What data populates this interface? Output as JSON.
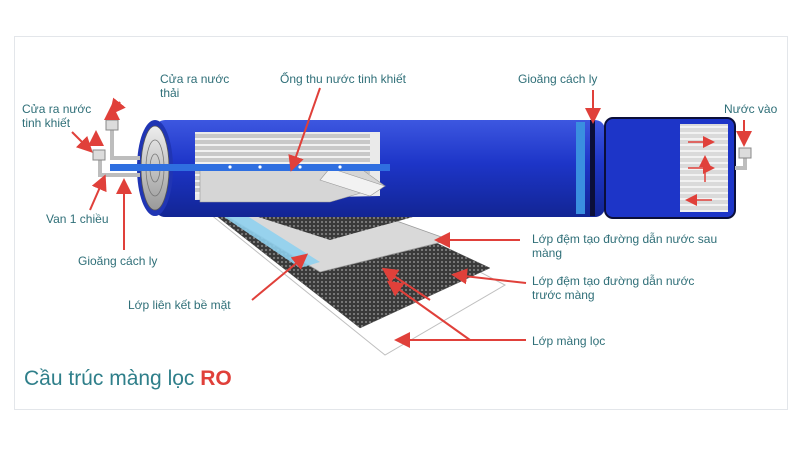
{
  "title": {
    "text": "Cầu trúc màng lọc",
    "accent": "RO"
  },
  "labels": {
    "reject_outlet": "Cửa ra nước thải",
    "pure_outlet": "Cửa ra nước tinh khiết",
    "check_valve": "Van 1 chiều",
    "seal_left": "Gioăng cách ly",
    "collector_tube": "Ống thu nước tinh khiết",
    "seal_right": "Gioăng cách ly",
    "water_inlet": "Nước vào",
    "permeate_spacer": "Lớp đệm tạo đường dẫn nước sau màng",
    "feed_spacer": "Lớp đệm tạo đường dẫn nước trước màng",
    "bond_layer": "Lớp liên kết bề mặt",
    "membrane_layer": "Lớp màng lọc"
  },
  "colors": {
    "vessel_blue": "#1b33c4",
    "accent_red": "#e0403a",
    "label_teal": "#2f6f78",
    "seal_blue": "#3a8fe0"
  }
}
